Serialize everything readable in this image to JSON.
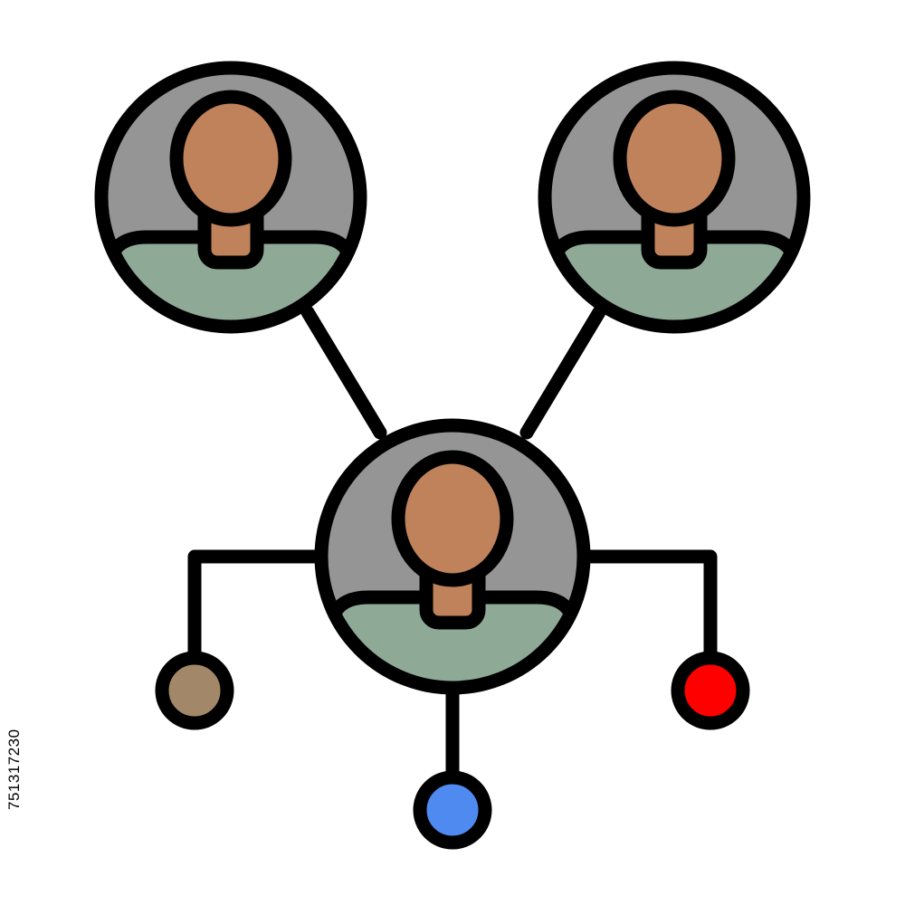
{
  "stock_id": "751317230",
  "colors": {
    "outline": "#000000",
    "avatar_background": "#959595",
    "skin": "#C0825A",
    "shirt": "#8FA997",
    "node_brown": "#A38769",
    "node_blue": "#4F8AF0",
    "node_red": "#FF0000",
    "page_background": "#FFFFFF"
  },
  "icon": {
    "name": "user-network-icon",
    "people": 3,
    "nodes": [
      "brown",
      "blue",
      "red"
    ]
  }
}
